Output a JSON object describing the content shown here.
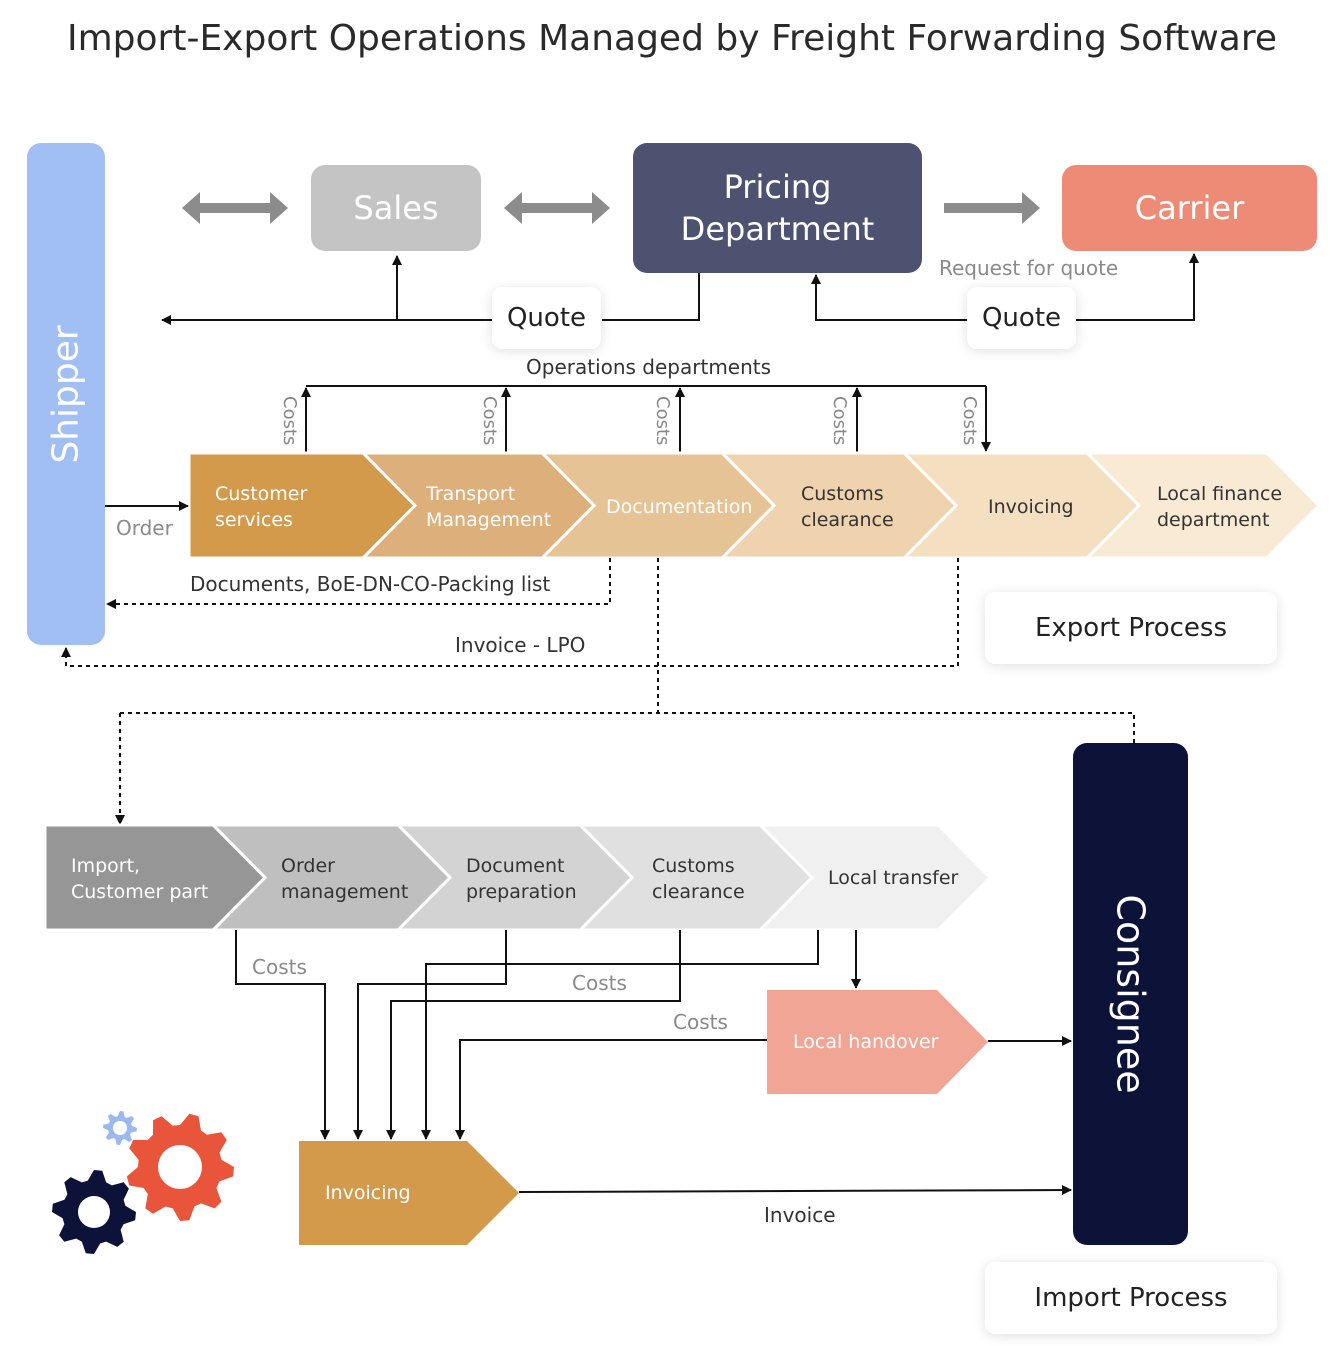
{
  "title": "Import-Export Operations Managed by Freight Forwarding Software",
  "nodes": {
    "shipper": "Shipper",
    "sales": "Sales",
    "pricing": "Pricing Department",
    "carrier": "Carrier",
    "consignee": "Consignee"
  },
  "labels": {
    "quote_left": "Quote",
    "quote_right": "Quote",
    "request_for_quote": "Request for quote",
    "operations_departments": "Operations departments",
    "costs": "Costs",
    "order": "Order",
    "documents": "Documents, BoE-DN-CO-Packing list",
    "invoice_lpo": "Invoice - LPO",
    "invoice": "Invoice",
    "export_process": "Export Process",
    "import_process": "Import Process"
  },
  "export_steps": [
    {
      "label": "Customer services",
      "color": "#d49a4c",
      "text_color": "#ffffff"
    },
    {
      "label": "Transport Management",
      "color": "#ddb07b",
      "text_color": "#ffffff"
    },
    {
      "label": "Documentation",
      "color": "#e6c394",
      "text_color": "#ffffff"
    },
    {
      "label": "Customs clearance",
      "color": "#efd3ae",
      "text_color": "#333333"
    },
    {
      "label": "Invoicing",
      "color": "#f4dfc1",
      "text_color": "#333333"
    },
    {
      "label": "Local finance department",
      "color": "#f9ead4",
      "text_color": "#333333"
    }
  ],
  "import_steps": [
    {
      "label": "Import, Customer part",
      "color": "#969696",
      "text_color": "#ffffff"
    },
    {
      "label": "Order management",
      "color": "#bfbfbf",
      "text_color": "#333333"
    },
    {
      "label": "Document preparation",
      "color": "#d3d3d3",
      "text_color": "#333333"
    },
    {
      "label": "Customs clearance",
      "color": "#e0e0e0",
      "text_color": "#333333"
    },
    {
      "label": "Local transfer",
      "color": "#f0f0f0",
      "text_color": "#333333"
    }
  ],
  "import_extra": {
    "local_handover": "Local handover",
    "invoicing": "Invoicing"
  },
  "colors": {
    "shipper": "#a2bff3",
    "sales": "#c4c4c4",
    "pricing": "#4c5270",
    "carrier": "#ee8b76",
    "consignee": "#0d1338",
    "local_handover": "#f0a595",
    "invoicing": "#d49a4c",
    "gear_orange": "#e9553a",
    "gear_navy": "#0d1338",
    "gear_blue": "#9cb9ee"
  }
}
